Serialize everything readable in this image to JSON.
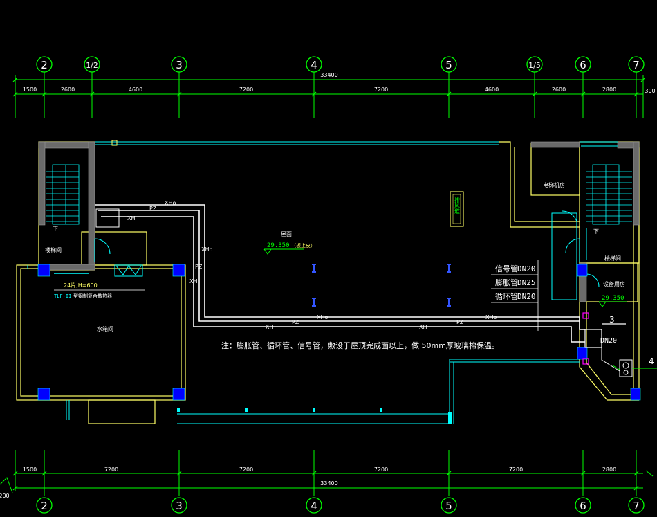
{
  "colors": {
    "background": "#000000",
    "axis": "#00ff00",
    "wall": "#ffff66",
    "cyan": "#00ffff",
    "pipe": "#ffffff",
    "column": "#0000ff",
    "hatch": "#888888",
    "magenta": "#ff00ff"
  },
  "top_axes": {
    "labels": [
      "2",
      "1/2",
      "3",
      "4",
      "5",
      "1/5",
      "6",
      "7"
    ]
  },
  "top_dims": {
    "total": "33400",
    "segments": [
      "1500",
      "2600",
      "4600",
      "7200",
      "7200",
      "4600",
      "2600",
      "2800"
    ],
    "edge": "300"
  },
  "bottom_axes": {
    "labels": [
      "2",
      "3",
      "4",
      "5",
      "6",
      "7"
    ]
  },
  "bottom_dims": {
    "total": "33400",
    "segments": [
      "1500",
      "7200",
      "7200",
      "7200",
      "7200",
      "2800"
    ],
    "left_edge": "200"
  },
  "rooms": {
    "stair_left": "楼梯间",
    "stair_right": "楼梯间",
    "water_tank": "水箱间",
    "elevator_machine": "电梯机房",
    "equipment": "设备用房",
    "roof": "屋面",
    "exhaust": "排风道",
    "down_left": "下",
    "down_right": "下"
  },
  "elevations": {
    "roof": "29.350",
    "roof_note": "（板上皮）",
    "equipment": "29.350"
  },
  "radiator": {
    "line1": "24片,H=600",
    "code": "TLF-II",
    "line2": "型钢制复合散热器"
  },
  "legend": [
    {
      "name": "信号管",
      "size": "DN20"
    },
    {
      "name": "膨胀管",
      "size": "DN25"
    },
    {
      "name": "循环管",
      "size": "DN20"
    }
  ],
  "pipe_tags": {
    "xh": "XH",
    "pz": "PZ",
    "xho": "XHo"
  },
  "note": "注：膨胀管、循环管、信号管，敷设于屋顶完成面以上，做 50mm厚玻璃棉保温。",
  "callouts": {
    "three": "3",
    "dn20": "DN20",
    "four": "4"
  }
}
